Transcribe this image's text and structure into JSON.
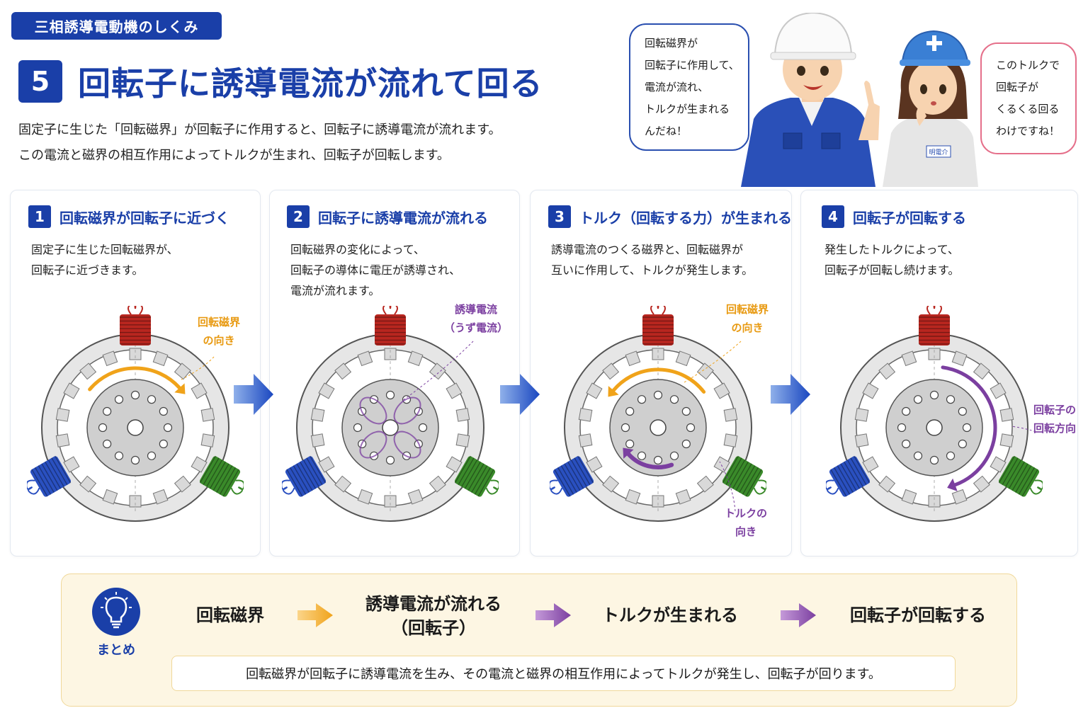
{
  "series_label": "三相誘導電動機のしくみ",
  "title": {
    "number": "5",
    "text": "回転子に誘導電流が流れて回る"
  },
  "intro": [
    "固定子に生じた「回転磁界」が回転子に作用すると、回転子に誘導電流が流れます。",
    "この電流と磁界の相互作用によってトルクが生まれ、回転子が回転します。"
  ],
  "bubbles": {
    "left": [
      "回転磁界が",
      "回転子に作用して、",
      "電流が流れ、",
      "トルクが生まれる",
      "んだね！"
    ],
    "right": [
      "このトルクで",
      "回転子が",
      "くるくる回る",
      "わけですね！"
    ]
  },
  "name_tag": "明電介",
  "steps": [
    {
      "num": "1",
      "title": "回転磁界が回転子に近づく",
      "desc": [
        "固定子に生じた回転磁界が、",
        "回転子に近づきます。"
      ],
      "annotations": [
        {
          "lines": [
            "回転磁界",
            "の向き"
          ],
          "color": "orange"
        }
      ]
    },
    {
      "num": "2",
      "title": "回転子に誘導電流が流れる",
      "desc": [
        "回転磁界の変化によって、",
        "回転子の導体に電圧が誘導され、",
        "電流が流れます。"
      ],
      "annotations": [
        {
          "lines": [
            "誘導電流",
            "（うず電流）"
          ],
          "color": "purple"
        }
      ]
    },
    {
      "num": "3",
      "title": "トルク（回転する力）が生まれる",
      "desc": [
        "誘導電流のつくる磁界と、回転磁界が",
        "互いに作用して、トルクが発生します。"
      ],
      "annotations": [
        {
          "lines": [
            "回転磁界",
            "の向き"
          ],
          "color": "orange"
        },
        {
          "lines": [
            "トルクの",
            "向き"
          ],
          "color": "purple"
        }
      ]
    },
    {
      "num": "4",
      "title": "回転子が回転する",
      "desc": [
        "発生したトルクによって、",
        "回転子が回転し続けます。"
      ],
      "annotations": [
        {
          "lines": [
            "回転子の",
            "回転方向"
          ],
          "color": "purple"
        }
      ]
    }
  ],
  "summary": {
    "label": "まとめ",
    "flow": [
      [
        "回転磁界"
      ],
      [
        "誘導電流が流れる",
        "（回転子）"
      ],
      [
        "トルクが生まれる"
      ],
      [
        "回転子が回転する"
      ]
    ],
    "note": "回転磁界が回転子に誘導電流を生み、その電流と磁界の相互作用によってトルクが発生し、回転子が回ります。"
  },
  "colors": {
    "primary": "#1a3fa8",
    "orange": "#f0a31a",
    "purple": "#7b3fa0",
    "coil_red": "#b8261f",
    "coil_blue": "#2a50c0",
    "coil_green": "#3a8a2a"
  }
}
